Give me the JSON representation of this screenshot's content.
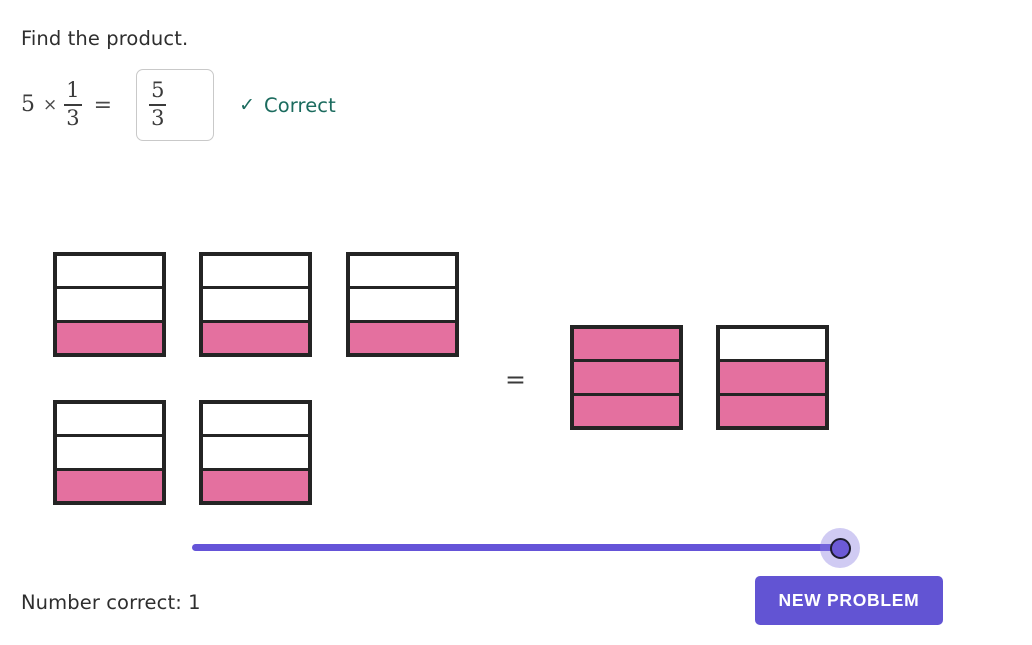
{
  "prompt": "Find the product.",
  "equation": {
    "whole_factor": "5",
    "times_symbol": "×",
    "fraction_factor": {
      "numerator": "1",
      "denominator": "3"
    },
    "equals_symbol": "=",
    "answer": {
      "numerator": "5",
      "denominator": "3"
    }
  },
  "feedback": {
    "check_glyph": "✓",
    "label": "Correct",
    "color": "#1b6b5e"
  },
  "models": {
    "group_equals_symbol": "=",
    "fill_color": "#e4709f",
    "outline_color": "#242424",
    "left_group": {
      "segments_per_bar": 3,
      "bars": [
        {
          "filled_segments": [
            false,
            false,
            true
          ]
        },
        {
          "filled_segments": [
            false,
            false,
            true
          ]
        },
        {
          "filled_segments": [
            false,
            false,
            true
          ]
        },
        {
          "filled_segments": [
            false,
            false,
            true
          ]
        },
        {
          "filled_segments": [
            false,
            false,
            true
          ]
        }
      ]
    },
    "right_group": {
      "segments_per_bar": 3,
      "bars": [
        {
          "filled_segments": [
            true,
            true,
            true
          ]
        },
        {
          "filled_segments": [
            false,
            true,
            true
          ]
        }
      ]
    }
  },
  "slider": {
    "value_percent": 100,
    "track_color": "#6554d8",
    "thumb_color": "#6c5ad6"
  },
  "footer": {
    "score_label": "Number correct: 1",
    "new_problem_label": "NEW PROBLEM",
    "button_color": "#6254d3"
  }
}
